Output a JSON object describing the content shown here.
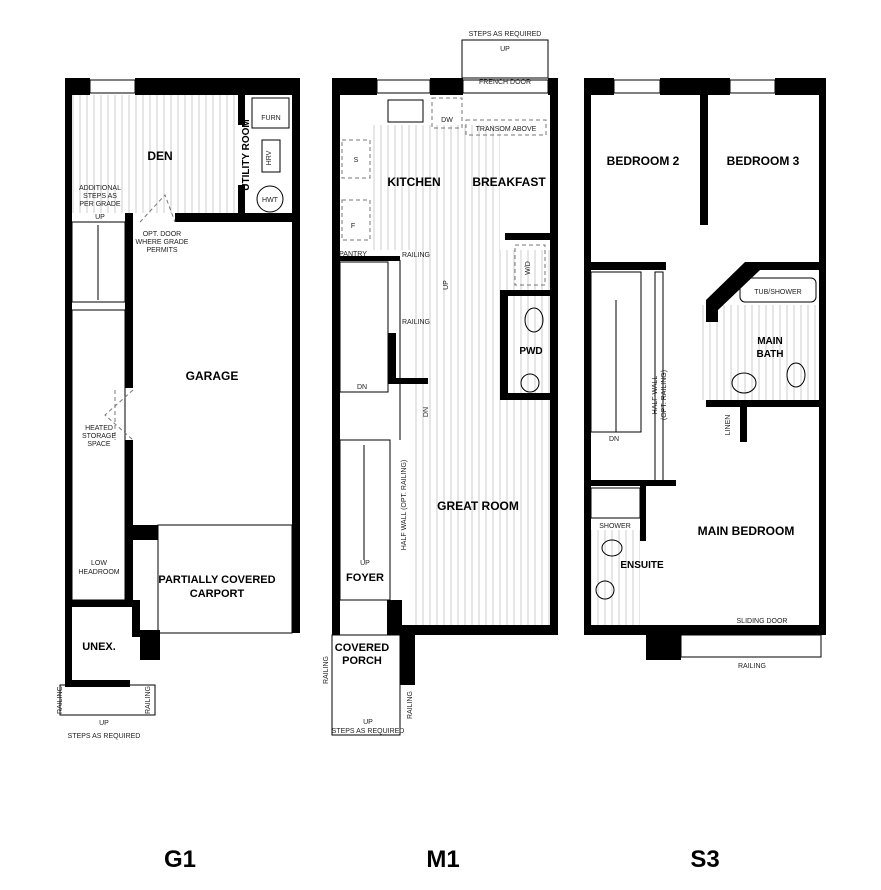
{
  "levels": {
    "g1": "G1",
    "m1": "M1",
    "s3": "S3"
  },
  "g1": {
    "den": "DEN",
    "utility_room": "UTILITY ROOM",
    "furn": "FURN",
    "hrv": "HRV",
    "hwt": "HWT",
    "additional_steps": [
      "ADDITIONAL",
      "STEPS AS",
      "PER GRADE"
    ],
    "up_top": "UP",
    "opt_door": [
      "OPT. DOOR",
      "WHERE GRADE",
      "PERMITS"
    ],
    "garage": "GARAGE",
    "heated_storage": [
      "HEATED",
      "STORAGE",
      "SPACE"
    ],
    "low_headroom": [
      "LOW",
      "HEADROOM"
    ],
    "carport": [
      "PARTIALLY COVERED",
      "CARPORT"
    ],
    "unex": "UNEX.",
    "railing_left": "RAILING",
    "railing_right": "RAILING",
    "up_bottom": "UP",
    "steps": "STEPS AS REQUIRED"
  },
  "m1": {
    "steps_top": "STEPS AS REQUIRED",
    "up_top": "UP",
    "french_door": "FRENCH DOOR",
    "dw": "DW",
    "transom": "TRANSOM ABOVE",
    "s": "S",
    "kitchen": "KITCHEN",
    "breakfast": "BREAKFAST",
    "f": "F",
    "pantry": "PANTRY",
    "railing1": "RAILING",
    "railing2": "RAILING",
    "up_stair": "UP",
    "wd": "W/D",
    "pwd": "PWD",
    "dn1": "DN",
    "dn2": "DN",
    "half_wall": "HALF WALL (OPT. RAILING)",
    "great_room": "GREAT ROOM",
    "up_foyer": "UP",
    "foyer": "FOYER",
    "covered_porch": [
      "COVERED",
      "PORCH"
    ],
    "railing_left": "RAILING",
    "railing_right": "RAILING",
    "up_bottom": "UP",
    "steps_bottom": "STEPS AS REQUIRED"
  },
  "s3": {
    "bedroom2": "BEDROOM 2",
    "bedroom3": "BEDROOM 3",
    "tub_shower": "TUB/SHOWER",
    "main_bath": [
      "MAIN",
      "BATH"
    ],
    "half_wall": [
      "HALF WALL",
      "(OPT. RAILING)"
    ],
    "dn": "DN",
    "linen": "LINEN",
    "shower": "SHOWER",
    "ensuite": "ENSUITE",
    "main_bedroom": "MAIN BEDROOM",
    "sliding_door": "SLIDING DOOR",
    "railing": "RAILING"
  }
}
